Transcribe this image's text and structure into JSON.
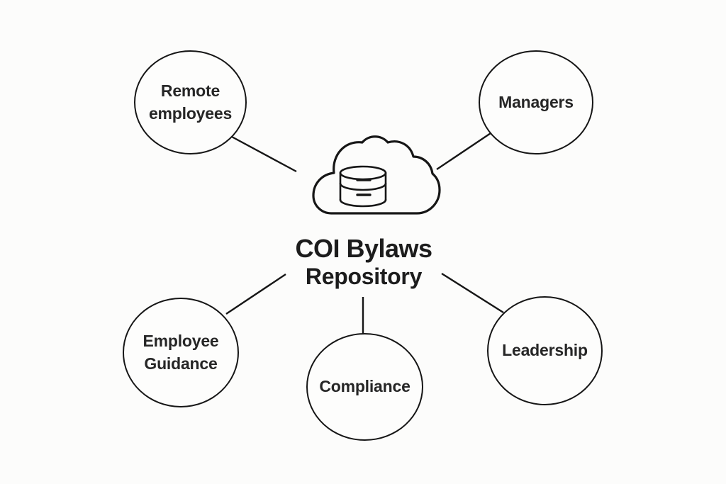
{
  "diagram": {
    "title": "COI Bylaws Repository hub diagram",
    "background_color": "#fcfcfb",
    "stroke_color": "#161616",
    "text_color": "#1c1c1c",
    "center": {
      "icon": "cloud-database-icon",
      "title_line1": "COI Bylaws",
      "title_line2": "Repository"
    },
    "nodes": [
      {
        "id": "remote-employees",
        "label": "Remote employees"
      },
      {
        "id": "managers",
        "label": "Managers"
      },
      {
        "id": "employee-guidance",
        "label": "Employee Guidance"
      },
      {
        "id": "compliance",
        "label": "Compliance"
      },
      {
        "id": "leadership",
        "label": "Leadership"
      }
    ]
  }
}
